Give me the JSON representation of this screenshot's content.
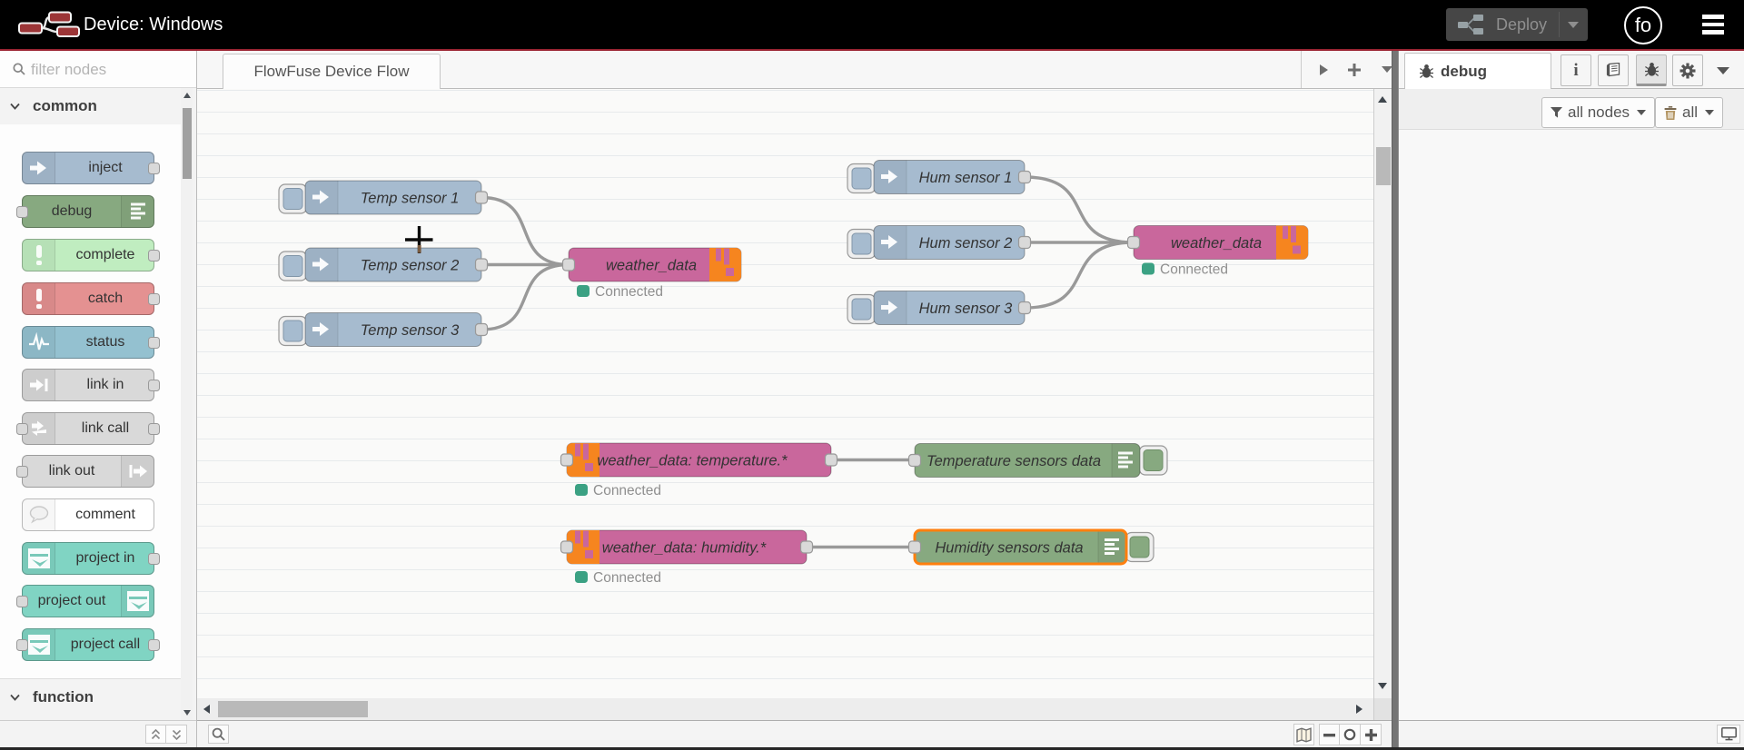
{
  "header": {
    "title": "Device: Windows",
    "deploy_label": "Deploy",
    "avatar_text": "fo"
  },
  "palette": {
    "search_placeholder": "filter nodes",
    "categories": [
      {
        "label": "common"
      },
      {
        "label": "function"
      }
    ],
    "items": [
      {
        "label": "inject"
      },
      {
        "label": "debug"
      },
      {
        "label": "complete"
      },
      {
        "label": "catch"
      },
      {
        "label": "status"
      },
      {
        "label": "link in"
      },
      {
        "label": "link call"
      },
      {
        "label": "link out"
      },
      {
        "label": "comment"
      },
      {
        "label": "project in"
      },
      {
        "label": "project out"
      },
      {
        "label": "project call"
      }
    ]
  },
  "workspace": {
    "tab_label": "FlowFuse Device Flow"
  },
  "sidebar": {
    "tab_label": "debug",
    "filter_label": "all nodes",
    "clear_label": "all"
  },
  "flow": {
    "nodes": [
      {
        "label": "Temp sensor 1"
      },
      {
        "label": "Temp sensor 2"
      },
      {
        "label": "Temp sensor 3"
      },
      {
        "label": "Hum sensor 1"
      },
      {
        "label": "Hum sensor 2"
      },
      {
        "label": "Hum sensor 3"
      },
      {
        "label": "weather_data"
      },
      {
        "label": "weather_data"
      },
      {
        "label": "weather_data: temperature.*"
      },
      {
        "label": "weather_data: humidity.*"
      },
      {
        "label": "Temperature sensors data"
      },
      {
        "label": "Humidity sensors data"
      }
    ],
    "status_connected": "Connected"
  },
  "colors": {
    "inject": "#a6bbcf",
    "debug": "#87a980",
    "complete": "#c0edc0",
    "catch": "#e49191",
    "status": "#94c1d0",
    "link": "#d9d9d9",
    "comment": "#ffffff",
    "project": "#80d4c3",
    "mqtt_pink": "#c9679c",
    "flowfuse_orange": "#f6851f",
    "status_green": "#3ba183",
    "selected": "#ff7f0e",
    "wire": "#999999"
  }
}
